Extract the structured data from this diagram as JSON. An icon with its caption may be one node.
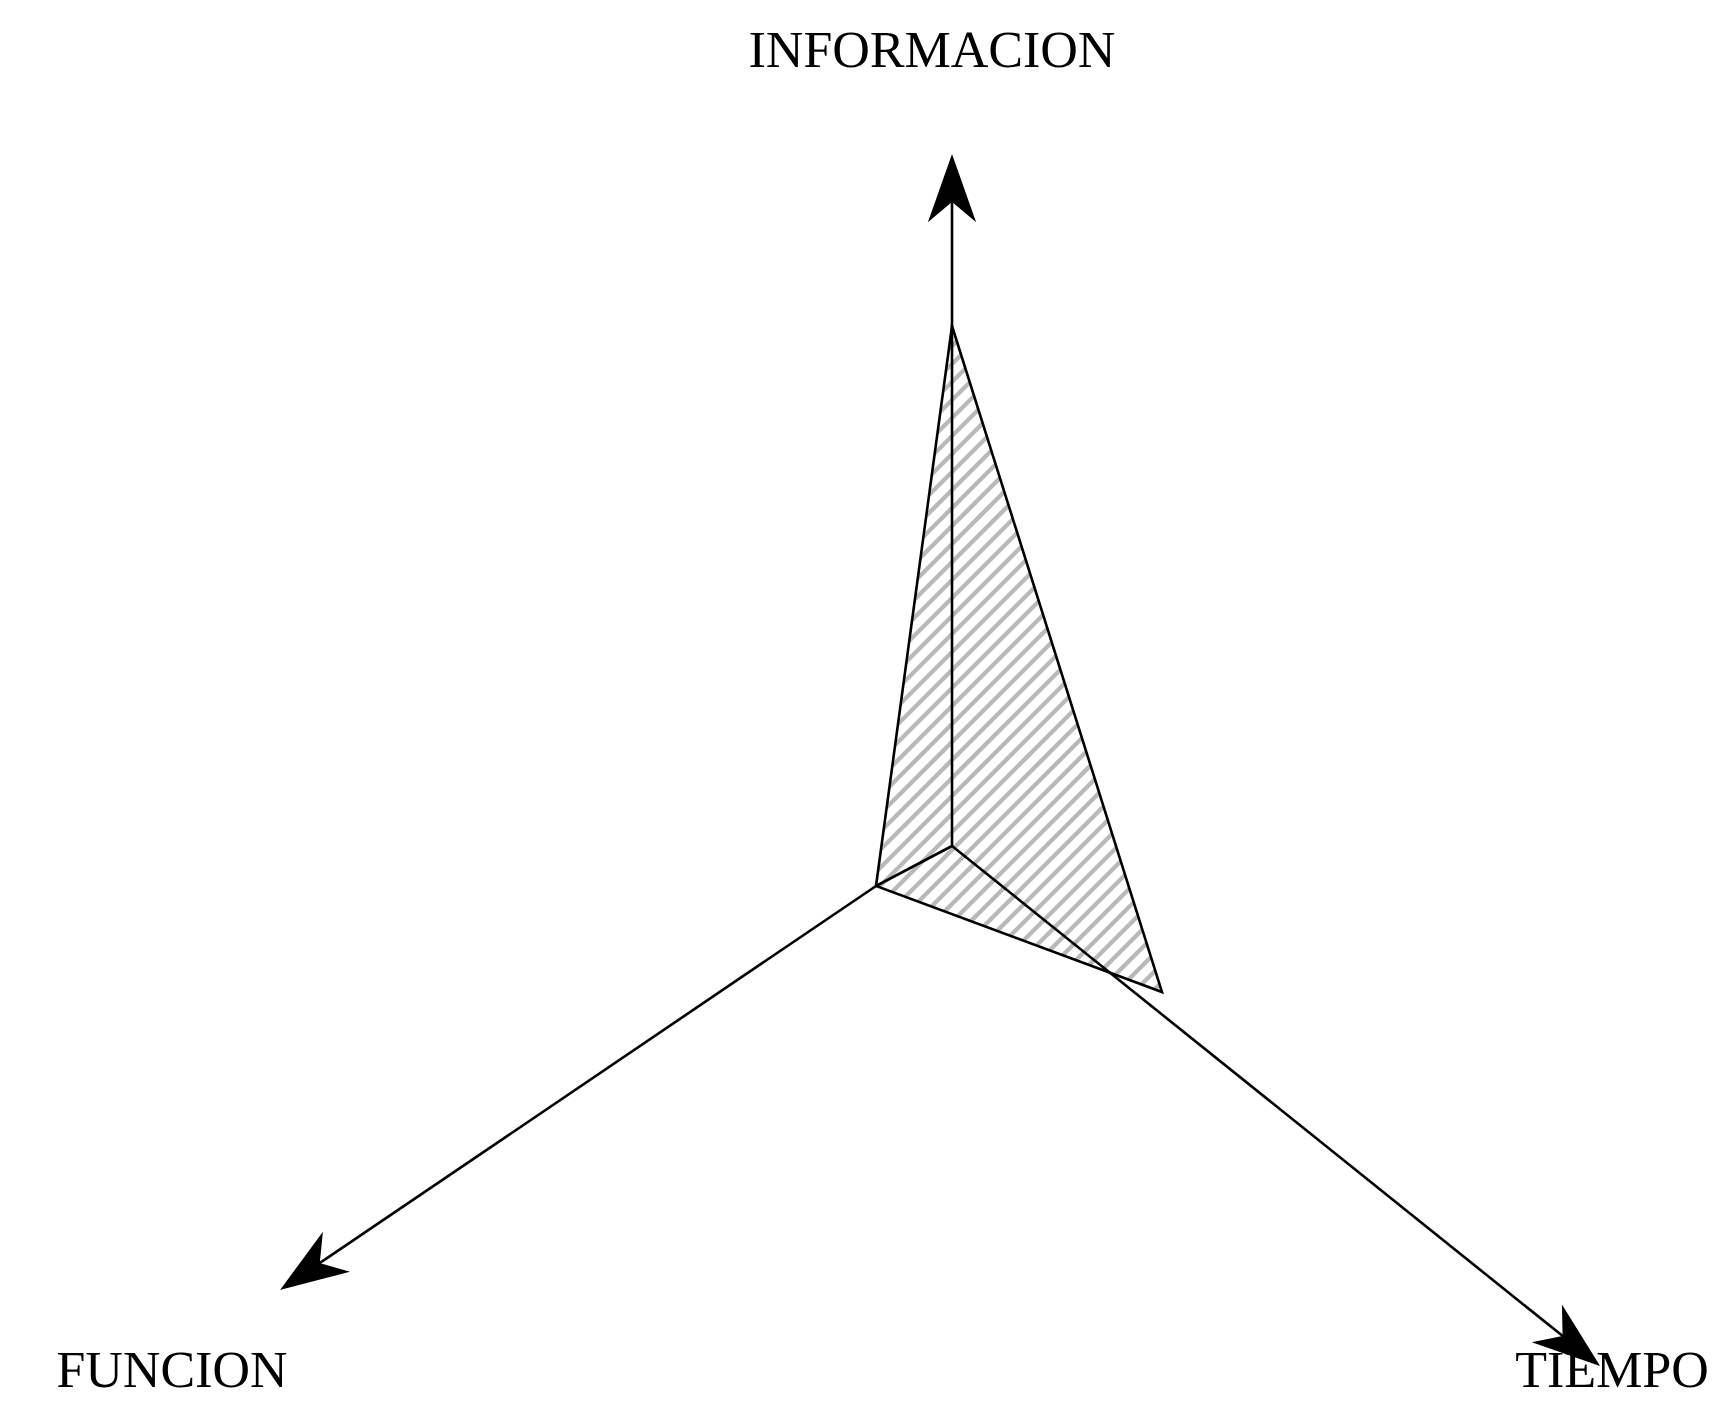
{
  "diagram": {
    "labels": [
      "INFORMACION",
      "FUNCION",
      "TIEMPO"
    ]
  }
}
